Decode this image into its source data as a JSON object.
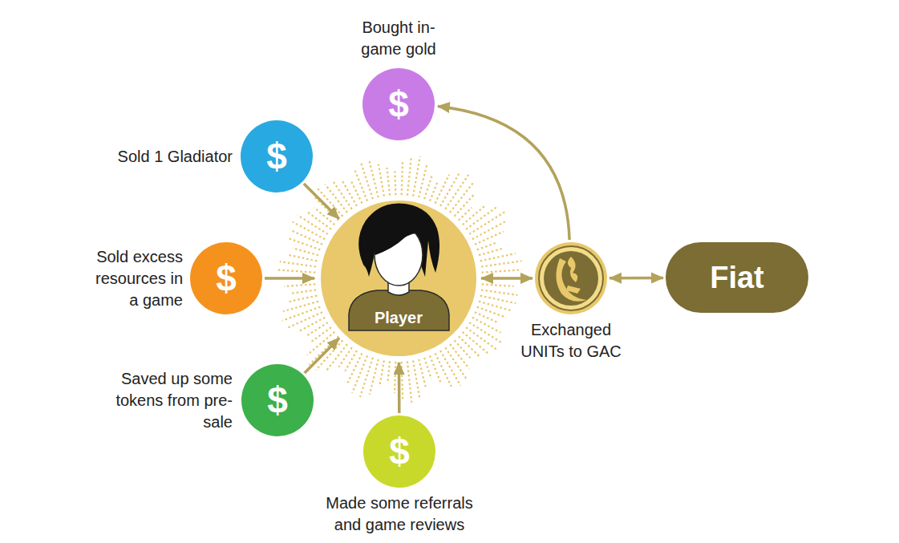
{
  "diagram": {
    "nodes": [
      {
        "text": [
          "Bought in-game gold",
          "$"
        ]
      },
      {
        "text": [
          "Sold 1 Gladiator",
          "$"
        ]
      },
      {
        "text": [
          "Player"
        ]
      },
      {
        "text": [
          "Exchanged UNITs to GAC"
        ]
      },
      {
        "text": [
          "Fiat"
        ]
      },
      {
        "text": [
          "Sold excess resources in a game",
          "$"
        ]
      },
      {
        "text": [
          "Saved up some tokens from pre-sale",
          "$"
        ]
      },
      {
        "text": [
          "Made some referrals and game reviews",
          "$"
        ]
      }
    ],
    "edges": [
      {
        "from": 1,
        "to": 2,
        "arrow": "to"
      },
      {
        "from": 5,
        "to": 2,
        "arrow": "to"
      },
      {
        "from": 6,
        "to": 2,
        "arrow": "to"
      },
      {
        "from": 7,
        "to": 2,
        "arrow": "to"
      },
      {
        "from": 2,
        "to": 3,
        "arrow": "both"
      },
      {
        "from": 3,
        "to": 4,
        "arrow": "both"
      },
      {
        "from": 3,
        "to": 0,
        "arrow": "to"
      }
    ]
  }
}
